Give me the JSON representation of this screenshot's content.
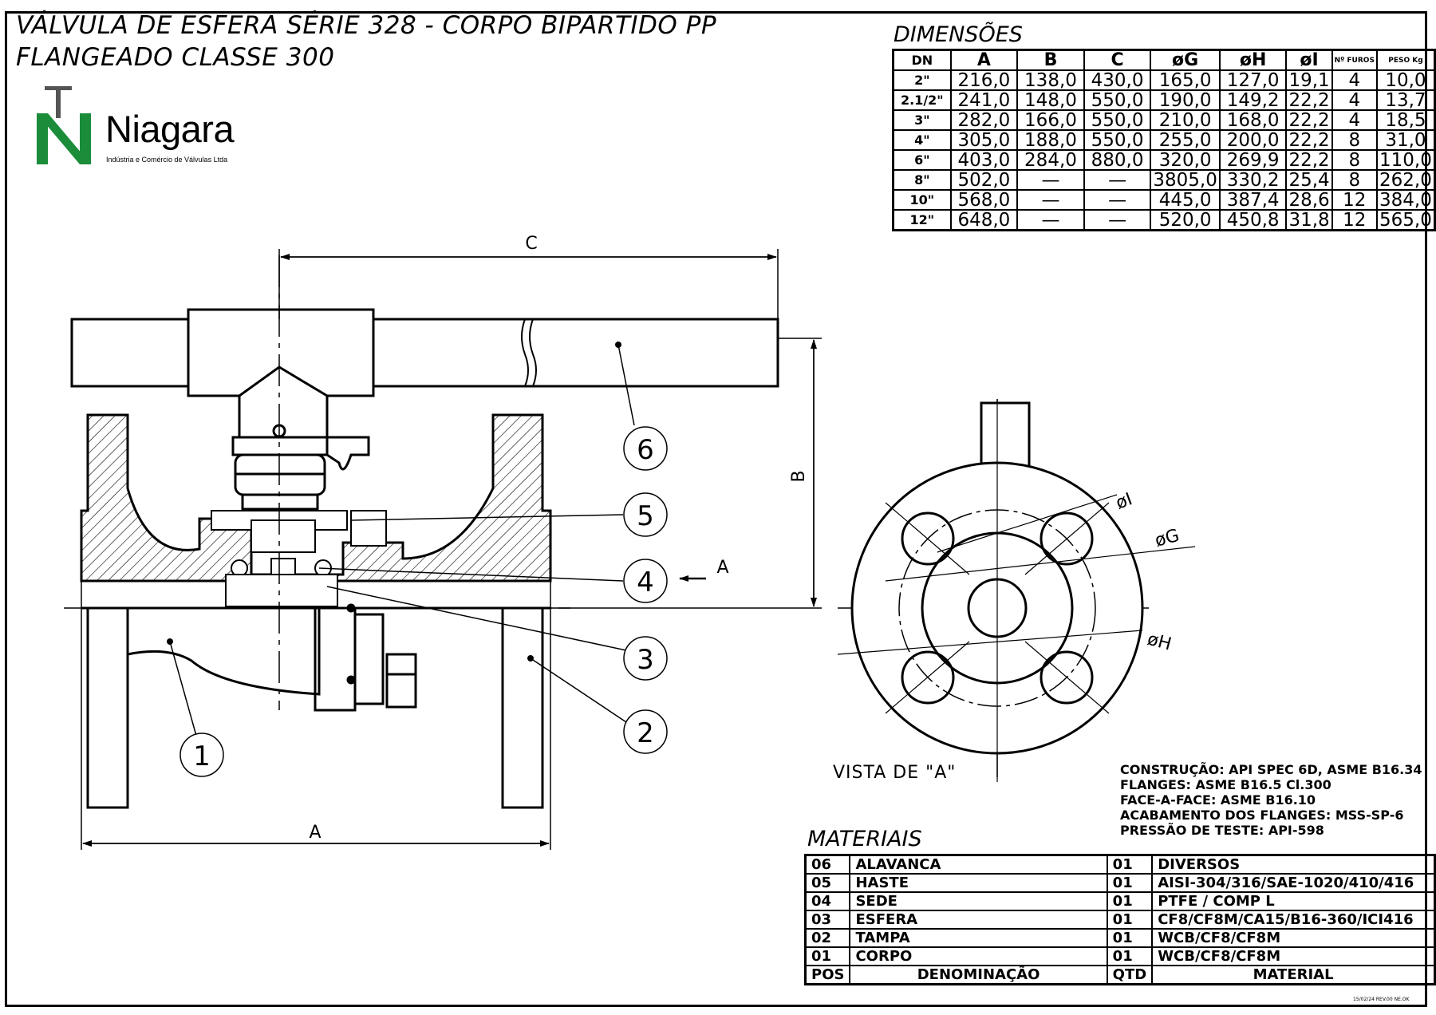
{
  "title": {
    "line1": "VÁLVULA DE ESFERA SÉRIE 328 - CORPO BIPARTIDO PP",
    "line2": "FLANGEADO CLASSE 300"
  },
  "logo": {
    "name": "Niagara",
    "subtitle": "Indústria e Comércio de Válvulas Ltda",
    "color": "#1a8c3a"
  },
  "dimensions": {
    "heading": "DIMENSÕES",
    "headers": [
      "DN",
      "A",
      "B",
      "C",
      "øG",
      "øH",
      "øI",
      "Nº FUROS",
      "PESO Kg"
    ],
    "rows": [
      [
        "2\"",
        "216,0",
        "138,0",
        "430,0",
        "165,0",
        "127,0",
        "19,1",
        "4",
        "10,0"
      ],
      [
        "2.1/2\"",
        "241,0",
        "148,0",
        "550,0",
        "190,0",
        "149,2",
        "22,2",
        "4",
        "13,7"
      ],
      [
        "3\"",
        "282,0",
        "166,0",
        "550,0",
        "210,0",
        "168,0",
        "22,2",
        "4",
        "18,5"
      ],
      [
        "4\"",
        "305,0",
        "188,0",
        "550,0",
        "255,0",
        "200,0",
        "22,2",
        "8",
        "31,0"
      ],
      [
        "6\"",
        "403,0",
        "284,0",
        "880,0",
        "320,0",
        "269,9",
        "22,2",
        "8",
        "110,0"
      ],
      [
        "8\"",
        "502,0",
        "—",
        "—",
        "3805,0",
        "330,2",
        "25,4",
        "8",
        "262,0"
      ],
      [
        "10\"",
        "568,0",
        "—",
        "—",
        "445,0",
        "387,4",
        "28,6",
        "12",
        "384,0"
      ],
      [
        "12\"",
        "648,0",
        "—",
        "—",
        "520,0",
        "450,8",
        "31,8",
        "12",
        "565,0"
      ]
    ]
  },
  "drawing": {
    "dim_labels": {
      "a": "A",
      "b": "B",
      "c": "C",
      "view_arrow": "A",
      "phi_i": "øI",
      "phi_g": "øG",
      "phi_h": "øH"
    },
    "balloons": [
      "1",
      "2",
      "3",
      "4",
      "5",
      "6"
    ],
    "view_label": "VISTA DE \"A\""
  },
  "notes": [
    "CONSTRUÇÃO: API SPEC 6D, ASME B16.34",
    "FLANGES: ASME B16.5 Cl.300",
    "FACE-A-FACE: ASME B16.10",
    "ACABAMENTO DOS FLANGES: MSS-SP-6",
    "PRESSÃO DE TESTE: API-598"
  ],
  "materials": {
    "heading": "MATERIAIS",
    "headers": [
      "POS",
      "DENOMINAÇÃO",
      "QTD",
      "MATERIAL"
    ],
    "rows": [
      [
        "06",
        "ALAVANCA",
        "01",
        "DIVERSOS"
      ],
      [
        "05",
        "HASTE",
        "01",
        "AISI-304/316/SAE-1020/410/416"
      ],
      [
        "04",
        "SEDE",
        "01",
        "PTFE / COMP L"
      ],
      [
        "03",
        "ESFERA",
        "01",
        "CF8/CF8M/CA15/B16-360/ICI416"
      ],
      [
        "02",
        "TAMPA",
        "01",
        "WCB/CF8/CF8M"
      ],
      [
        "01",
        "CORPO",
        "01",
        "WCB/CF8/CF8M"
      ]
    ]
  },
  "revision": "15/02/24 REV.00 NE.OK"
}
